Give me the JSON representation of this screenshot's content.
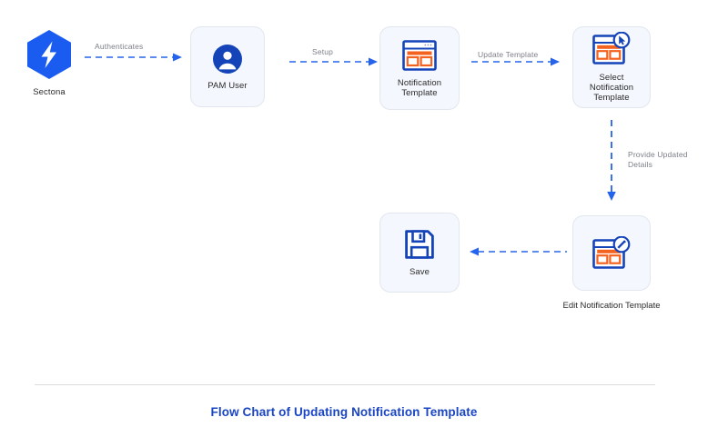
{
  "chart_data": {
    "type": "diagram",
    "title": "Flow Chart of Updating Notification Template",
    "nodes": [
      {
        "id": "sectona",
        "label": "Sectona",
        "icon": "sectona-hexagon-logo",
        "style": "plain"
      },
      {
        "id": "pam_user",
        "label": "PAM User",
        "icon": "user-avatar-icon",
        "style": "card"
      },
      {
        "id": "template",
        "label": "Notification\nTemplate",
        "icon": "notification-template-icon",
        "style": "card"
      },
      {
        "id": "select",
        "label": "Select\nNotification\nTemplate",
        "icon": "select-template-cursor-icon",
        "style": "card"
      },
      {
        "id": "edit",
        "label": "Edit Notification Template",
        "icon": "edit-template-pencil-icon",
        "style": "card-outside-label"
      },
      {
        "id": "save",
        "label": "Save",
        "icon": "floppy-disk-save-icon",
        "style": "card"
      }
    ],
    "edges": [
      {
        "from": "sectona",
        "to": "pam_user",
        "label": "Authenticates",
        "direction": "right"
      },
      {
        "from": "pam_user",
        "to": "template",
        "label": "Setup",
        "direction": "right"
      },
      {
        "from": "template",
        "to": "select",
        "label": "Update Template",
        "direction": "right"
      },
      {
        "from": "select",
        "to": "edit",
        "label": "Provide Updated\nDetails",
        "direction": "down"
      },
      {
        "from": "edit",
        "to": "save",
        "label": "",
        "direction": "left"
      }
    ],
    "colors": {
      "accent_blue": "#2563eb",
      "brand_blue": "#1a45c4",
      "dark_blue": "#1544b8",
      "orange": "#f4621f",
      "card_fill": "#f4f7fd",
      "card_border": "#e2e6ee",
      "edge_label": "#7b7f87",
      "node_label": "#2b2b2b",
      "divider": "#dcdcdc",
      "background": "#ffffff"
    }
  },
  "nodes": {
    "sectona": {
      "label": "Sectona"
    },
    "pam_user": {
      "label": "PAM User"
    },
    "template": {
      "label": "Notification\nTemplate"
    },
    "select": {
      "label": "Select\nNotification\nTemplate"
    },
    "edit": {
      "label": "Edit Notification Template"
    },
    "save": {
      "label": "Save"
    }
  },
  "edges": {
    "authenticates": {
      "label": "Authenticates"
    },
    "setup": {
      "label": "Setup"
    },
    "update_template": {
      "label": "Update Template"
    },
    "provide_details": {
      "label": "Provide Updated\nDetails"
    }
  },
  "footer": {
    "title": "Flow Chart of Updating Notification Template"
  }
}
